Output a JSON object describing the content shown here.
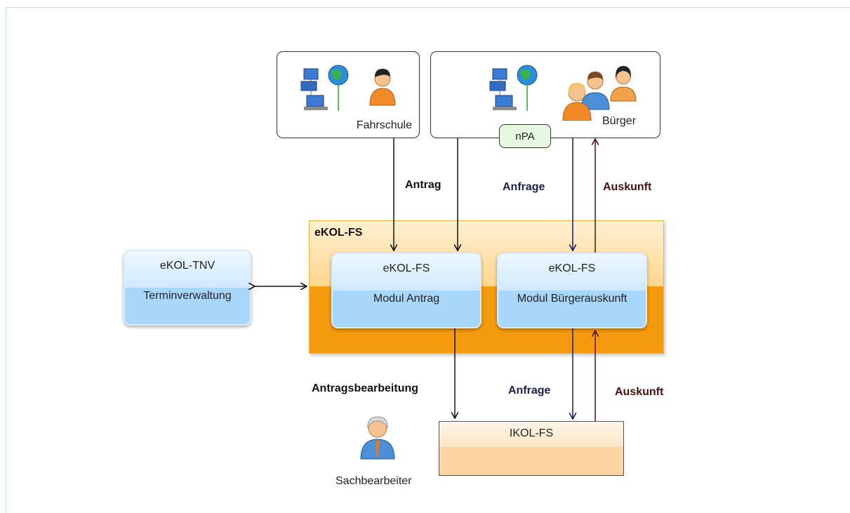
{
  "actors": {
    "fahrschule": "Fahrschule",
    "buerger": "Bürger",
    "npa": "nPA",
    "sachbearbeiter": "Sachbearbeiter"
  },
  "flows": {
    "antrag": "Antrag",
    "anfrage_top": "Anfrage",
    "auskunft_top": "Auskunft",
    "antragsbearbeitung": "Antragsbearbeitung",
    "anfrage_bottom": "Anfrage",
    "auskunft_bottom": "Auskunft"
  },
  "container": {
    "title": "eKOL-FS"
  },
  "modules": {
    "tnv": {
      "title": "eKOL-TNV",
      "subtitle": "Terminverwaltung"
    },
    "antrag": {
      "title": "eKOL-FS",
      "subtitle": "Modul Antrag"
    },
    "buergerauskunft": {
      "title": "eKOL-FS",
      "subtitle": "Modul Bürgerauskunft"
    }
  },
  "backend": {
    "title": "IKOL-FS"
  },
  "icons": [
    "computer-network-icon",
    "globe-icon",
    "person-icon",
    "group-icon",
    "clerk-icon"
  ],
  "colors": {
    "container_orange": "#f59a0c",
    "module_blue": "#a9d6fb",
    "npa_green": "#e6f8e0",
    "arrow_black": "#111111",
    "arrow_navy": "#111a5c",
    "arrow_maroon": "#5a0e0e",
    "label_navy": "#1a2050",
    "label_maroon": "#4a0f0f"
  }
}
